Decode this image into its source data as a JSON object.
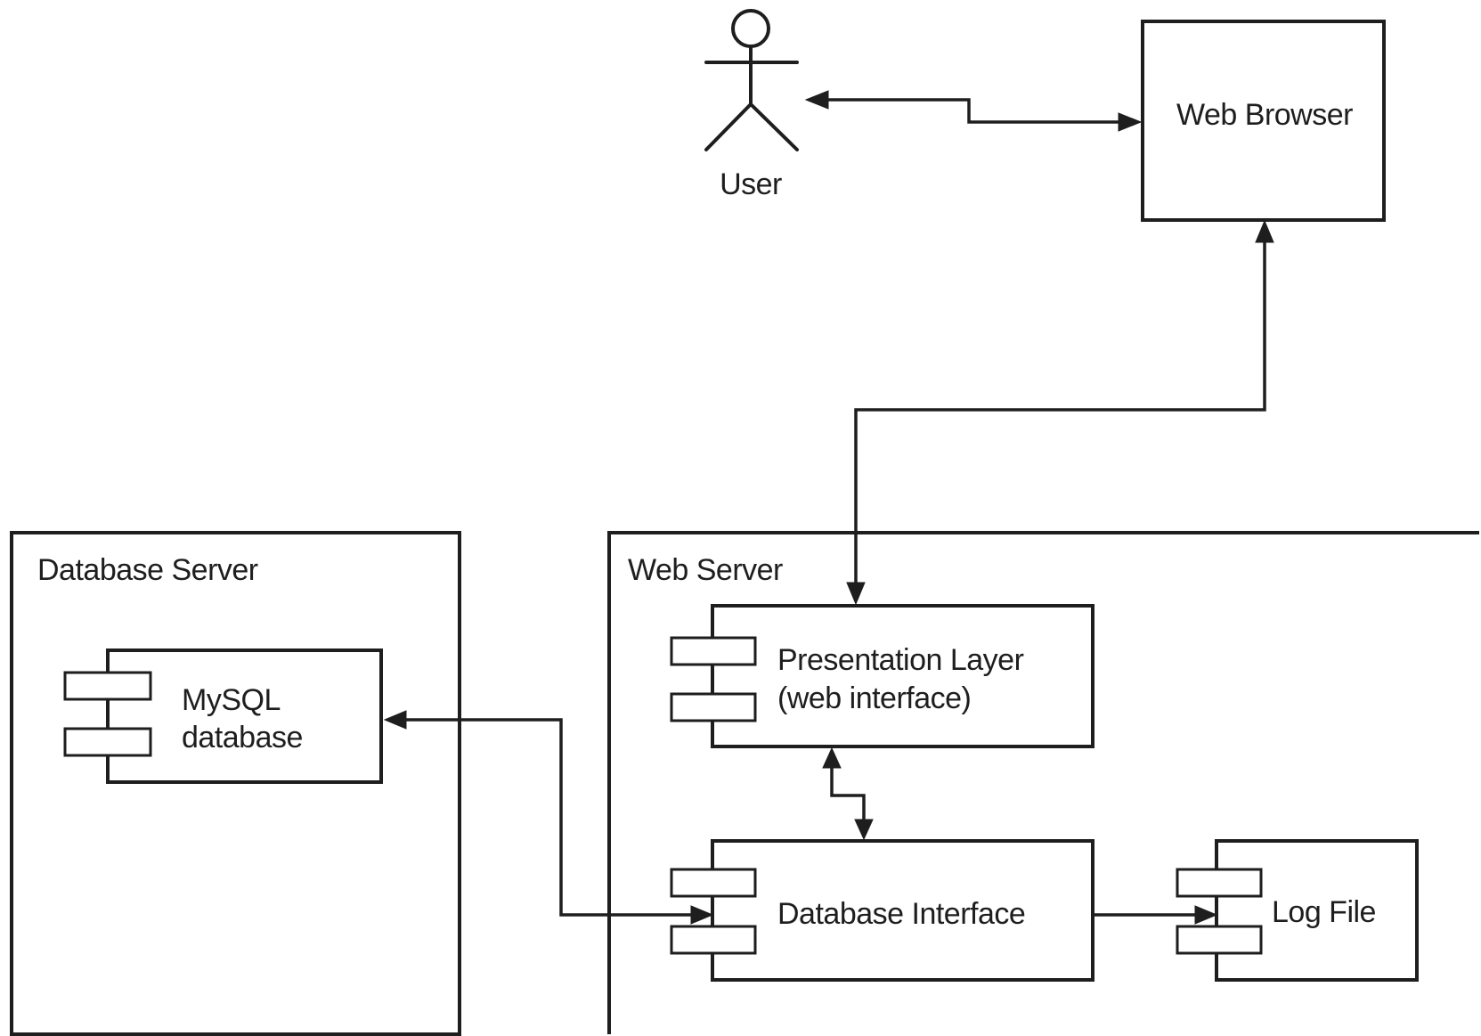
{
  "actor": {
    "label": "User"
  },
  "nodes": {
    "web_browser": {
      "label": "Web Browser"
    },
    "database_server": {
      "title": "Database Server"
    },
    "web_server": {
      "title": "Web Server"
    }
  },
  "components": {
    "mysql": {
      "line1": "MySQL",
      "line2": "database"
    },
    "presentation": {
      "line1": "Presentation Layer",
      "line2": "(web interface)"
    },
    "db_interface": {
      "label": "Database Interface"
    },
    "log_file": {
      "label": "Log File"
    }
  },
  "colors": {
    "stroke": "#1e1e1e",
    "background": "#ffffff"
  }
}
